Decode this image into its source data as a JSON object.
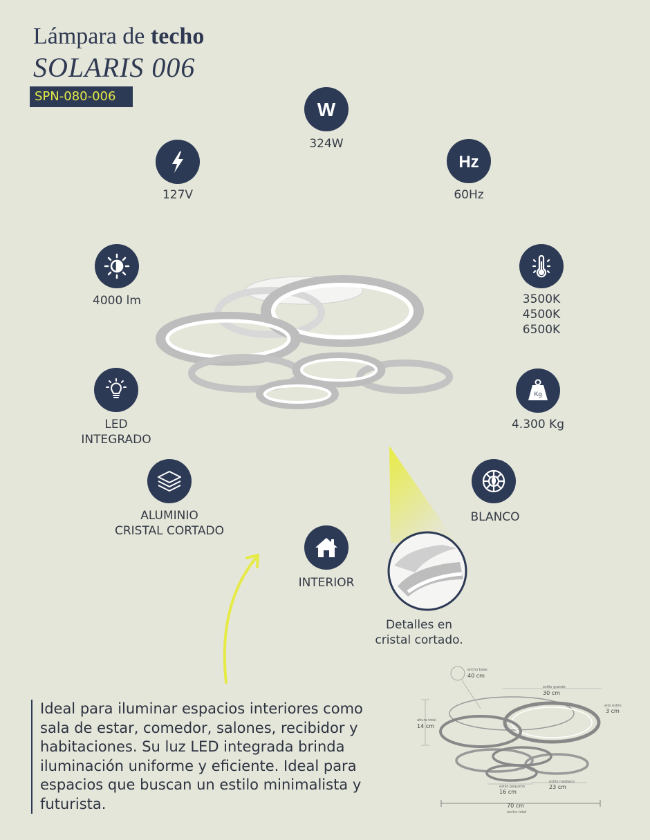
{
  "title": {
    "prefix": "Lámpara de ",
    "bold": "techo",
    "model": "SOLARIS 006"
  },
  "sku": "SPN-080-006",
  "specs": {
    "power": {
      "icon": "w-letter-icon",
      "value": "324W"
    },
    "voltage": {
      "icon": "lightning-icon",
      "value": "127V"
    },
    "frequency": {
      "icon": "hz-icon",
      "value": "60Hz"
    },
    "lumens": {
      "icon": "brightness-icon",
      "value": "4000 lm"
    },
    "temperature": {
      "icon": "thermometer-icon",
      "values": [
        "3500K",
        "4500K",
        "6500K"
      ]
    },
    "led": {
      "icon": "bulb-icon",
      "lines": [
        "LED",
        "INTEGRADO"
      ]
    },
    "weight": {
      "icon": "weight-icon",
      "value": "4.300 Kg",
      "badge": "Kg"
    },
    "material": {
      "icon": "layers-icon",
      "lines": [
        "ALUMINIO",
        "CRISTAL CORTADO"
      ]
    },
    "color": {
      "icon": "palette-icon",
      "value": "BLANCO"
    },
    "use": {
      "icon": "house-icon",
      "value": "INTERIOR"
    }
  },
  "detail_caption": [
    "Detalles en",
    "cristal cortado."
  ],
  "description": "Ideal para iluminar espacios interiores como sala de estar, comedor, salones, recibidor y habitaciones. Su luz LED integrada brinda iluminación uniforme y eficiente. Ideal para espacios que buscan un estilo minimalista y futurista.",
  "dimensions": {
    "base_label": "ancho base",
    "base_value": "40 cm",
    "large_label": "estilo grande",
    "large_value": "30 cm",
    "height_label": "altura total",
    "height_value": "14 cm",
    "style_height_label": "alto estilo",
    "style_height_value": "3 cm",
    "small_label": "estilo pequeño",
    "small_value": "16 cm",
    "medium_label": "estilo mediano",
    "medium_value": "23 cm",
    "total_width_value": "70 cm",
    "total_width_label": "ancho total"
  },
  "colors": {
    "navy": "#2d3a55",
    "accent": "#e5ea47",
    "background": "#e5e6da"
  }
}
